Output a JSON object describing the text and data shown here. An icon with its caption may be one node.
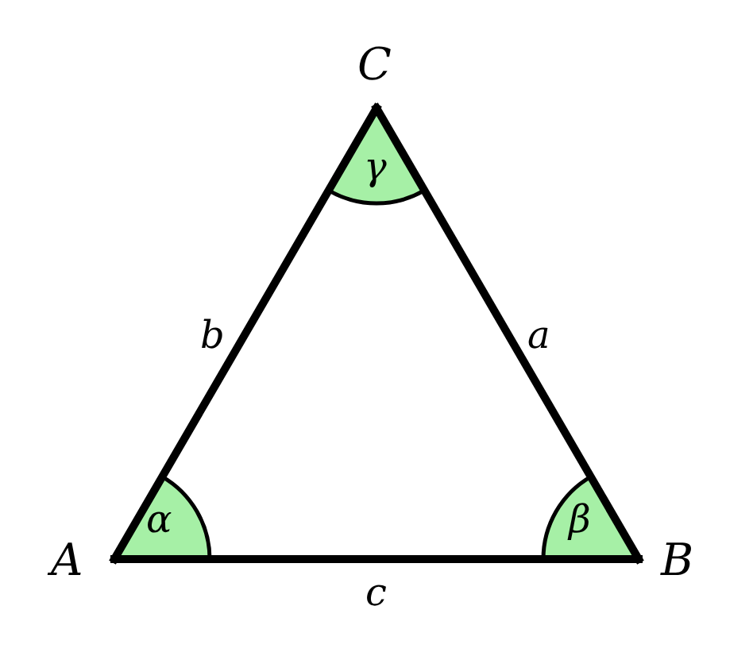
{
  "diagram": {
    "nodes": [
      {
        "text": [
          "C"
        ]
      },
      {
        "text": [
          "A"
        ]
      },
      {
        "text": [
          "B"
        ]
      },
      {
        "text": [
          "γ"
        ]
      },
      {
        "text": [
          "α"
        ]
      },
      {
        "text": [
          "β"
        ]
      }
    ],
    "edges": [
      {
        "from": 1,
        "to": 2,
        "arrow": "none",
        "label": "c"
      },
      {
        "from": 2,
        "to": 0,
        "arrow": "none",
        "label": "a"
      },
      {
        "from": 0,
        "to": 1,
        "arrow": "none",
        "label": "b"
      }
    ]
  }
}
